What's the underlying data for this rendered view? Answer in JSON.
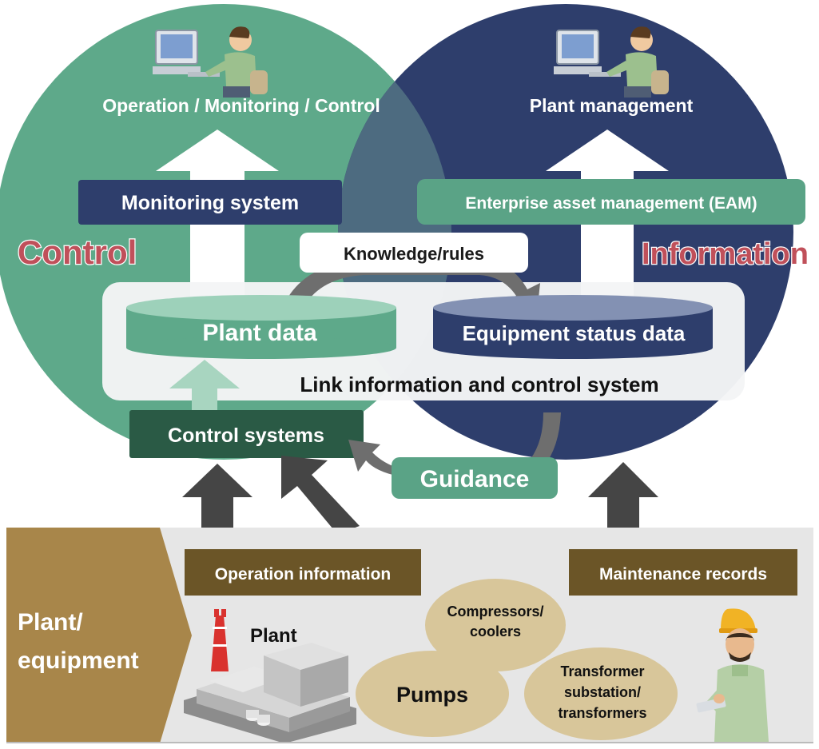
{
  "left_circle": {
    "title": "Operation / Monitoring / Control",
    "big_label": "Control",
    "system_box": "Monitoring system"
  },
  "right_circle": {
    "title": "Plant management",
    "big_label": "Information",
    "system_box": "Enterprise asset management (EAM)"
  },
  "center": {
    "knowledge": "Knowledge/rules",
    "plant_data": "Plant data",
    "equipment_data": "Equipment status data",
    "link_label": "Link information and control system",
    "control_systems": "Control systems",
    "guidance": "Guidance"
  },
  "bottom": {
    "section_label_line1": "Plant/",
    "section_label_line2": "equipment",
    "operation_info": "Operation information",
    "maintenance_records": "Maintenance records",
    "plant_label": "Plant",
    "compressors_line1": "Compressors/",
    "compressors_line2": "coolers",
    "pumps": "Pumps",
    "transformer_line1": "Transformer",
    "transformer_line2": "substation/",
    "transformer_line3": "transformers"
  },
  "icons": [
    "operator-at-computer-icon",
    "operator-at-computer-icon",
    "plant-factory-icon",
    "field-worker-icon"
  ],
  "colors": {
    "green_circle": "#5ea98a",
    "navy_circle": "#2e3e6c",
    "overlap": "#4a6c80",
    "navy_box": "#2e3e6c",
    "dark_green_box": "#2a5a45",
    "eam_box": "#5aa386",
    "brown_box": "#6b5527",
    "gold_tab": "#a8864a",
    "tan_ellipse": "#d8c69a",
    "big_label_red": "#c0505a",
    "dark_arrow": "#4a4a4a"
  }
}
